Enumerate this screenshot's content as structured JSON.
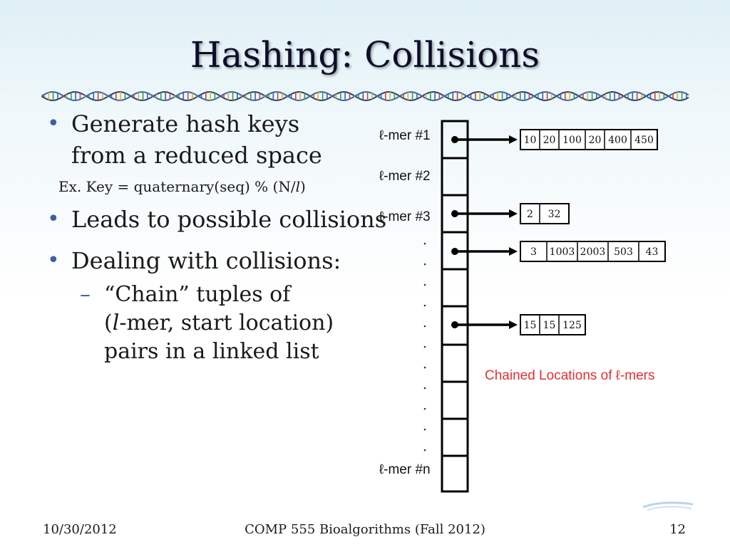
{
  "slide": {
    "title": "Hashing: Collisions",
    "bullets": [
      {
        "line1": "Generate hash keys",
        "line2": "from a reduced space"
      },
      {
        "text": "Leads to possible collisions"
      },
      {
        "text": "Dealing with collisions:"
      }
    ],
    "example": {
      "prefix": "Ex. Key = quaternary(seq) % (N/",
      "var": "l",
      "suffix": ")"
    },
    "sub_bullet": {
      "dash": "–",
      "line1": "“Chain” tuples of",
      "line2_open": "(",
      "line2_var": "l",
      "line2_rest": "-mer, start location)",
      "line3": "pairs in a linked list"
    },
    "bullet_glyph": "•"
  },
  "diagram": {
    "row_labels": [
      "ℓ-mer #1",
      "ℓ-mer #2",
      "ℓ-mer #3",
      "ℓ-mer #n"
    ],
    "chains": [
      {
        "row": 1,
        "values": [
          "10",
          "20",
          "100",
          "20",
          "400",
          "450"
        ]
      },
      {
        "row": 3,
        "values": [
          "2",
          "32"
        ]
      },
      {
        "row": 4,
        "values": [
          "3",
          "1003",
          "2003",
          "503",
          "43"
        ]
      },
      {
        "row": 6,
        "values": [
          "15",
          "15",
          "125"
        ]
      }
    ],
    "caption": "Chained Locations of  ℓ-mers",
    "caption_color": "#e0312f"
  },
  "footer": {
    "date": "10/30/2012",
    "course": "COMP 555 Bioalgorithms (Fall 2012)",
    "page": "12"
  },
  "colors": {
    "accent": "#3e5ea8",
    "title": "#0d0d2a"
  }
}
